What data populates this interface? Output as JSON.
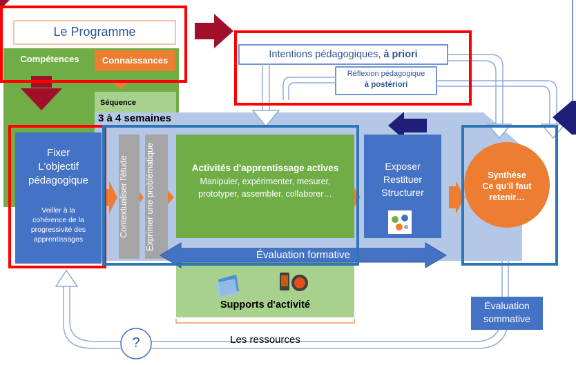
{
  "programme": {
    "title": "Le Programme",
    "competences": "Compétences",
    "connaissances": "Connaissances"
  },
  "intentions": {
    "prefix": "Intentions pédagogiques,",
    "emphasis": "à priori"
  },
  "reflexion": {
    "line1": "Réflexion pédagogique",
    "line2": "à postériori"
  },
  "sequence": {
    "label": "Séquence",
    "duration": "3 à 4 semaines"
  },
  "objectif": {
    "title_line1": "Fixer",
    "title_line2": "L'objectif",
    "title_line3": "pédagogique",
    "note_line1": "Veiller à la",
    "note_line2": "cohérence de la",
    "note_line3": "progressivité des",
    "note_line4": "apprentissages"
  },
  "steps": {
    "contextualiser": "Contextualiser l'étude",
    "exprimer": "Exprimer une problématique"
  },
  "activites": {
    "title": "Activités d'apprentissage actives",
    "line1": "Manipuler, expérimenter, mesurer,",
    "line2": "prototyper, assembler, collaborer…"
  },
  "exposer": {
    "line1": "Exposer",
    "line2": "Restituer",
    "line3": "Structurer"
  },
  "synthese": {
    "line1": "Synthèse",
    "line2": "Ce qu'il faut",
    "line3": "retenir…"
  },
  "evaluation_formative": "Évaluation formative",
  "supports": "Supports d'activité",
  "ressources": "Les ressources",
  "evaluation_sommative": {
    "line1": "Évaluation",
    "line2": "sommative"
  },
  "question_mark": "?",
  "colors": {
    "green": "#70ad47",
    "light_green": "#a9d18e",
    "blue": "#4472c4",
    "light_blue": "#b4c7e7",
    "orange": "#ed7d31",
    "red": "#ff0000",
    "dark_red": "#a0102a",
    "navy": "#1f1f7a",
    "gray": "#a5a5a5"
  }
}
